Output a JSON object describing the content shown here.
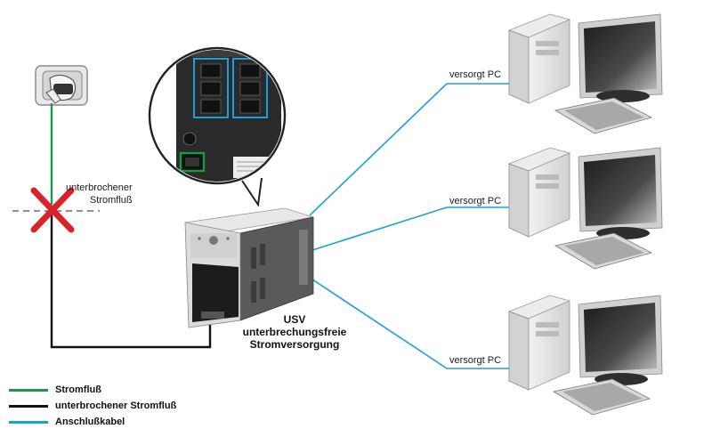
{
  "labels": {
    "break": "unterbrochener\nStromfluß",
    "pc_1": "versorgt PC",
    "pc_2": "versorgt PC",
    "pc_3": "versorgt PC"
  },
  "ups": {
    "line1": "USV",
    "line2": "unterbrechungsfreie",
    "line3": "Stromversorgung"
  },
  "legend": [
    {
      "label": "Stromfluß",
      "color": "#1a9a45"
    },
    {
      "label": "unterbrochener Stromfluß",
      "color": "#111111"
    },
    {
      "label": "Anschlußkabel",
      "color": "#1aa0d8"
    }
  ],
  "colors": {
    "power": "#1a9a45",
    "interrupted": "#111111",
    "cable": "#1aa0d8",
    "cross": "#d8232a"
  }
}
